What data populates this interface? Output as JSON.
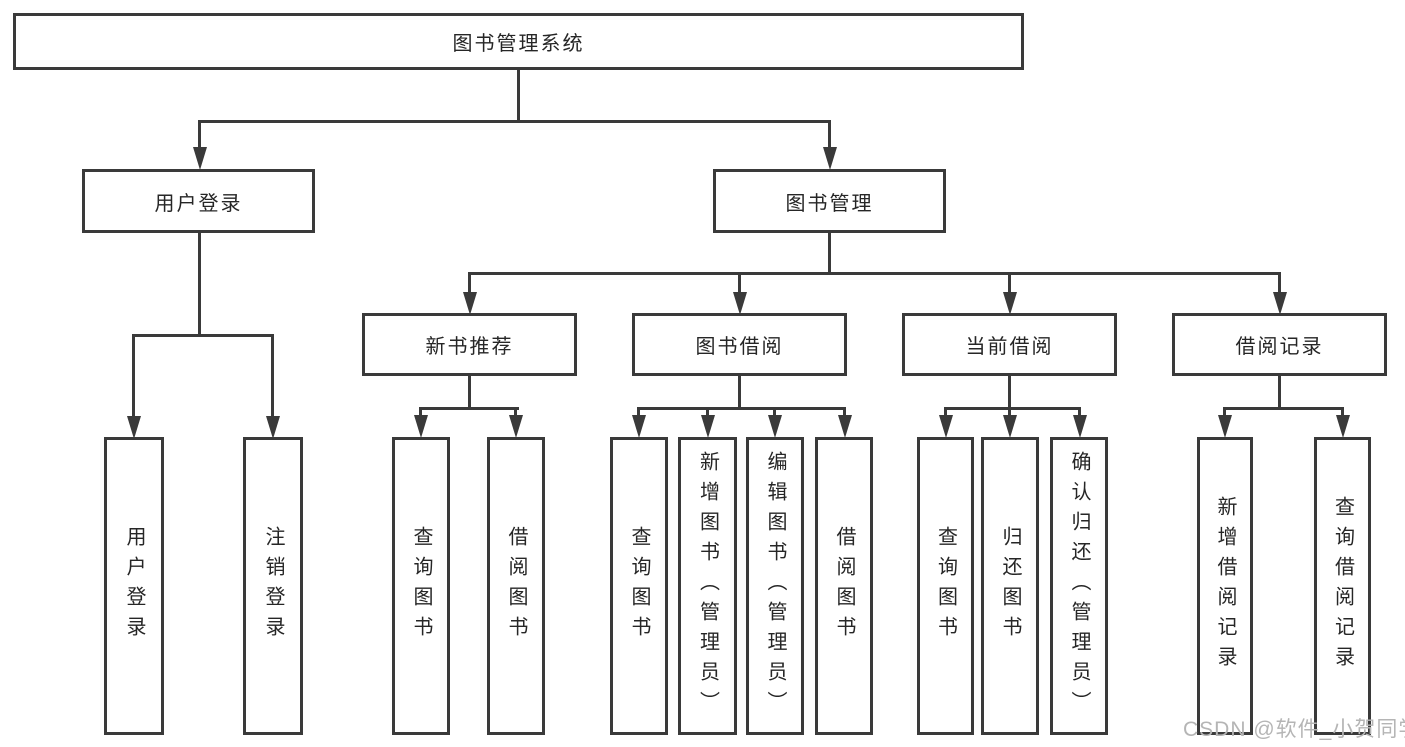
{
  "title": "图书管理系统",
  "watermark": "CSDN @软件_小贺同学",
  "colors": {
    "line": "#3a3a3a",
    "text": "#262626",
    "watermark": "#b5b5b5",
    "background": "#ffffff"
  },
  "tree": {
    "label": "图书管理系统",
    "children": [
      {
        "label": "用户登录",
        "children": [
          {
            "label": "用户登录"
          },
          {
            "label": "注销登录"
          }
        ]
      },
      {
        "label": "图书管理",
        "children": [
          {
            "label": "新书推荐",
            "children": [
              {
                "label": "查询图书"
              },
              {
                "label": "借阅图书"
              }
            ]
          },
          {
            "label": "图书借阅",
            "children": [
              {
                "label": "查询图书"
              },
              {
                "label": "新增图书（管理员）"
              },
              {
                "label": "编辑图书（管理员）"
              },
              {
                "label": "借阅图书"
              }
            ]
          },
          {
            "label": "当前借阅",
            "children": [
              {
                "label": "查询图书"
              },
              {
                "label": "归还图书"
              },
              {
                "label": "确认归还（管理员）"
              }
            ]
          },
          {
            "label": "借阅记录",
            "children": [
              {
                "label": "新增借阅记录"
              },
              {
                "label": "查询借阅记录"
              }
            ]
          }
        ]
      }
    ]
  }
}
